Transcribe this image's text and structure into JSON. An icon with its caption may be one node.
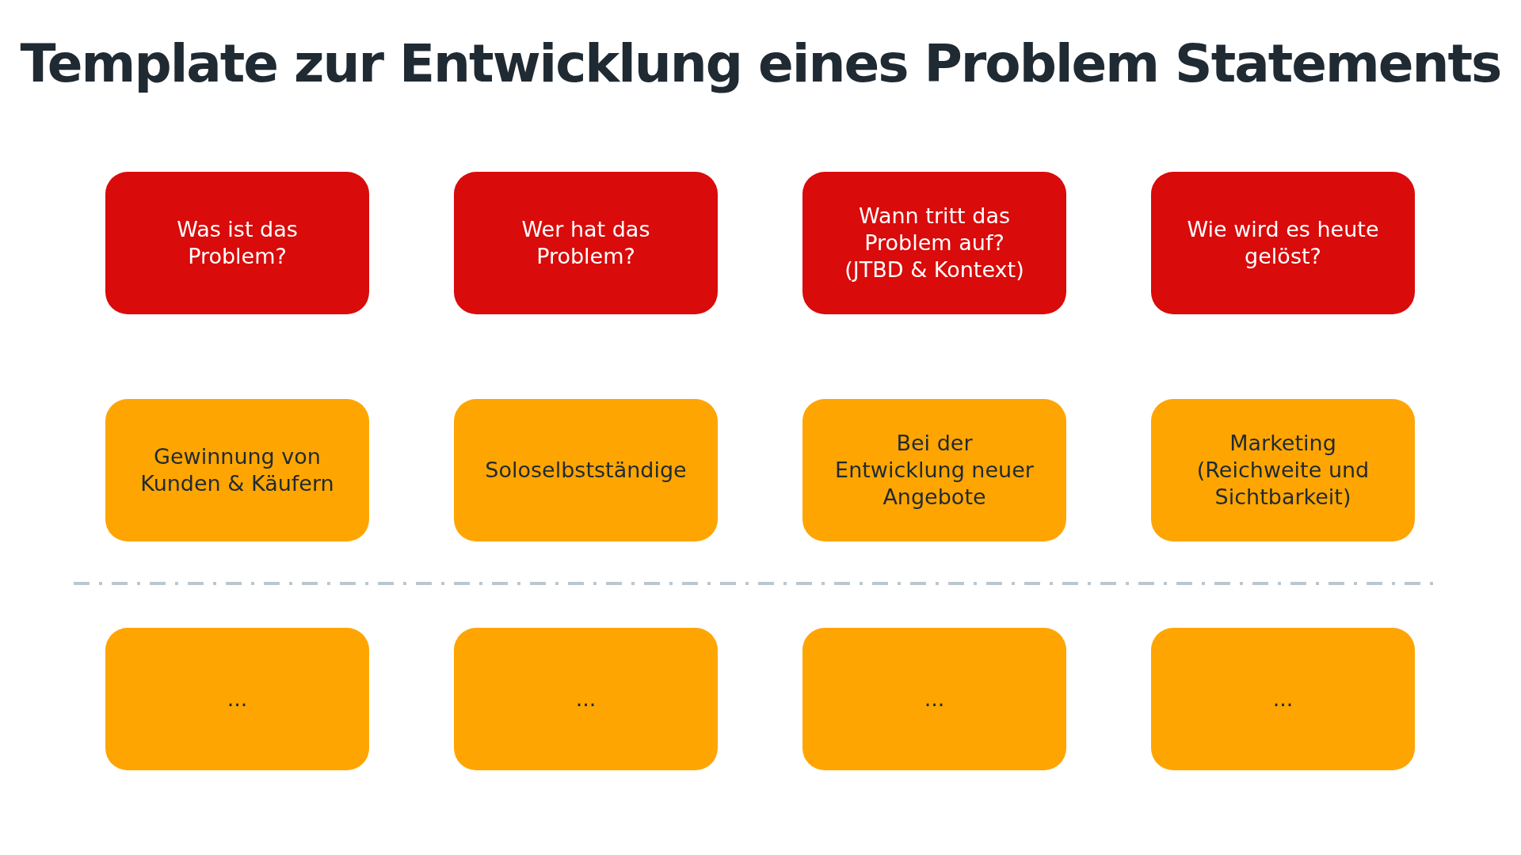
{
  "diagram": {
    "title": "Template zur Entwicklung eines Problem Statements",
    "nodes": [
      {
        "text": [
          "Was ist das Problem?"
        ]
      },
      {
        "text": [
          "Wer hat das Problem?"
        ]
      },
      {
        "text": [
          "Wann tritt das Problem auf? (JTBD & Kontext)"
        ]
      },
      {
        "text": [
          "Wie wird es heute gelöst?"
        ]
      },
      {
        "text": [
          "Gewinnung von Kunden & Käufern"
        ]
      },
      {
        "text": [
          "Soloselbstständige"
        ]
      },
      {
        "text": [
          "Bei der Entwicklung neuer Angebote"
        ]
      },
      {
        "text": [
          "Marketing (Reichweite und Sichtbarkeit)"
        ]
      },
      {
        "text": [
          "..."
        ]
      },
      {
        "text": [
          "..."
        ]
      },
      {
        "text": [
          "..."
        ]
      },
      {
        "text": [
          "..."
        ]
      }
    ]
  }
}
